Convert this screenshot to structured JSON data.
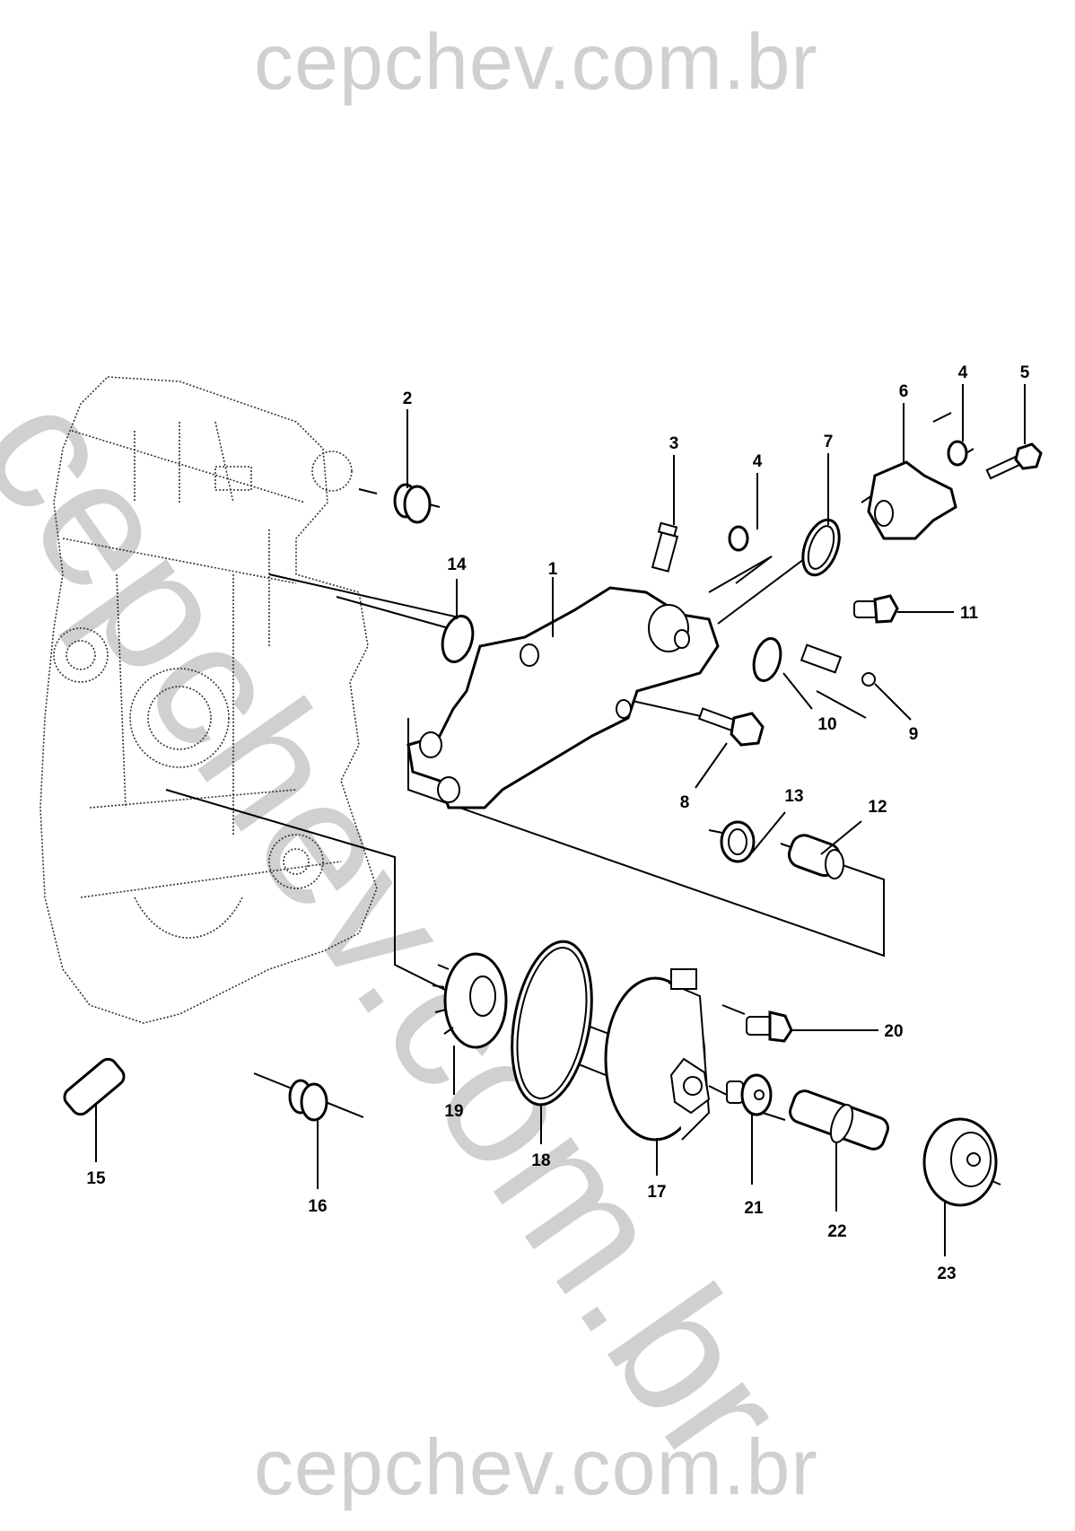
{
  "watermark": {
    "top": "cepchev.com.br",
    "bottom": "cepchev.com.br",
    "diagonal": "cepchev.com.br",
    "color": "#d0d0d0"
  },
  "diagram": {
    "type": "exploded-parts-diagram",
    "subject": "engine front cover / water pump assembly",
    "callouts": [
      {
        "id": "c1",
        "label": "1"
      },
      {
        "id": "c2",
        "label": "2"
      },
      {
        "id": "c3",
        "label": "3"
      },
      {
        "id": "c4a",
        "label": "4"
      },
      {
        "id": "c4b",
        "label": "4"
      },
      {
        "id": "c5",
        "label": "5"
      },
      {
        "id": "c6",
        "label": "6"
      },
      {
        "id": "c7",
        "label": "7"
      },
      {
        "id": "c8",
        "label": "8"
      },
      {
        "id": "c9",
        "label": "9"
      },
      {
        "id": "c10",
        "label": "10"
      },
      {
        "id": "c11",
        "label": "11"
      },
      {
        "id": "c12",
        "label": "12"
      },
      {
        "id": "c13",
        "label": "13"
      },
      {
        "id": "c14",
        "label": "14"
      },
      {
        "id": "c15",
        "label": "15"
      },
      {
        "id": "c16",
        "label": "16"
      },
      {
        "id": "c17",
        "label": "17"
      },
      {
        "id": "c18",
        "label": "18"
      },
      {
        "id": "c19",
        "label": "19"
      },
      {
        "id": "c20",
        "label": "20"
      },
      {
        "id": "c21",
        "label": "21"
      },
      {
        "id": "c22",
        "label": "22"
      },
      {
        "id": "c23",
        "label": "23"
      }
    ]
  }
}
